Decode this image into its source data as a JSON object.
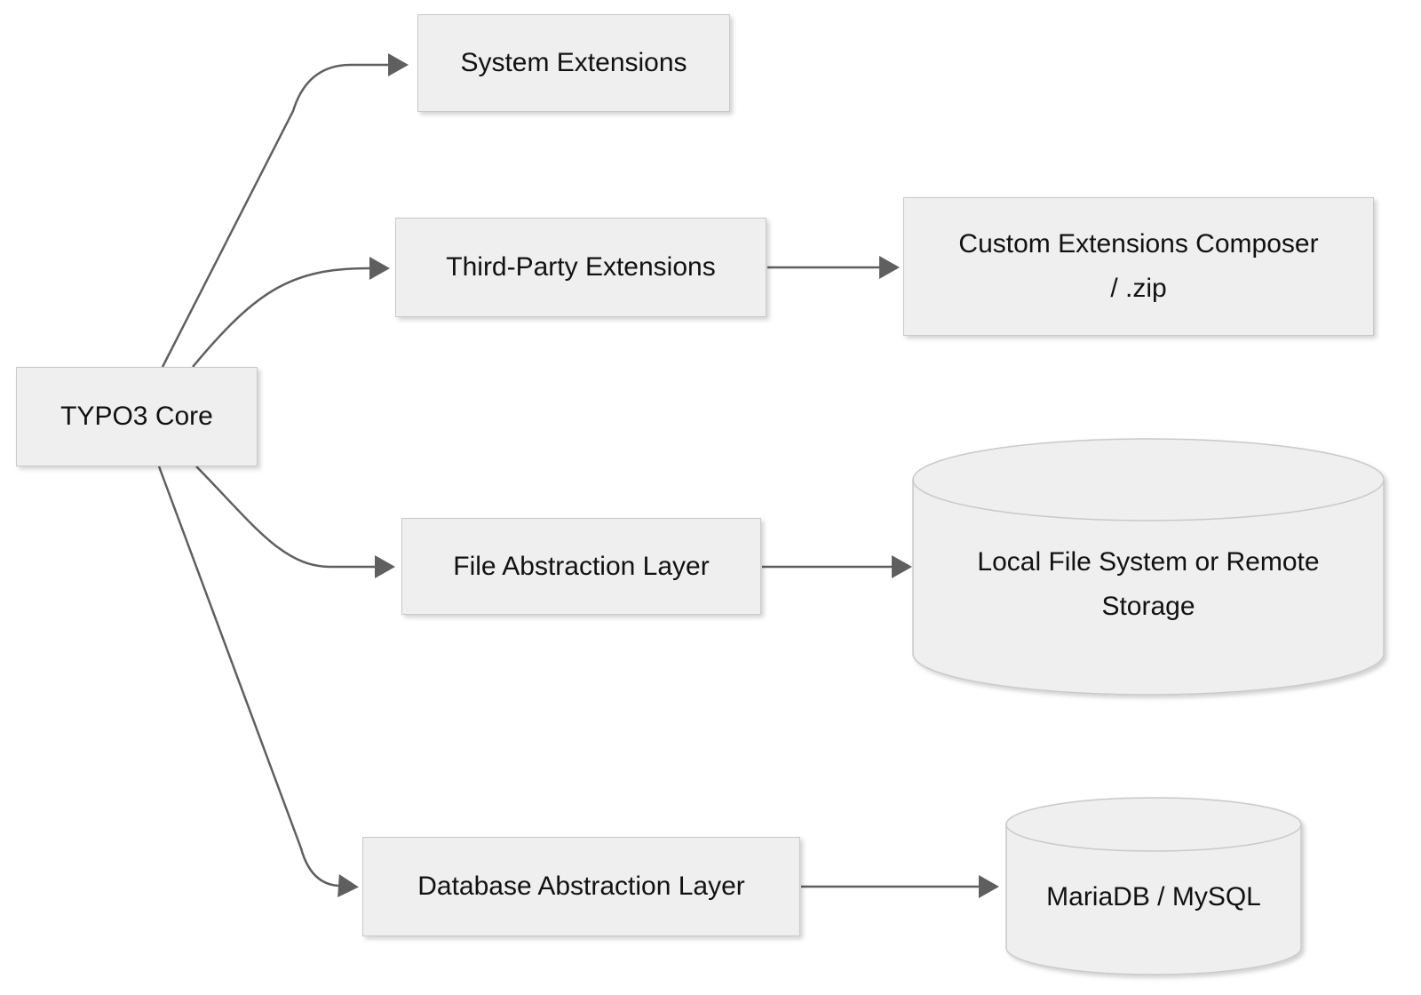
{
  "colors": {
    "background": "#ffffff",
    "node_fill": "#efefef",
    "node_border": "#c9c9c9",
    "arrow": "#5f5f5f",
    "text": "#111111"
  },
  "nodes": {
    "typo3_core": {
      "label": "TYPO3 Core",
      "shape": "rect"
    },
    "system_extensions": {
      "label": "System Extensions",
      "shape": "rect"
    },
    "third_party_extensions": {
      "label": "Third-Party Extensions",
      "shape": "rect"
    },
    "custom_extensions_composer": {
      "label": "Custom Extensions Composer / .zip",
      "lines": [
        "Custom Extensions Composer",
        "/ .zip"
      ],
      "shape": "rect"
    },
    "file_abstraction_layer": {
      "label": "File Abstraction Layer",
      "shape": "rect"
    },
    "local_file_system": {
      "label": "Local File System or Remote Storage",
      "lines": [
        "Local File System or Remote",
        "Storage"
      ],
      "shape": "cylinder"
    },
    "database_abstraction_layer": {
      "label": "Database Abstraction Layer",
      "shape": "rect"
    },
    "mariadb_mysql": {
      "label": "MariaDB / MySQL",
      "shape": "cylinder"
    }
  },
  "edges": [
    {
      "from": "typo3_core",
      "to": "system_extensions"
    },
    {
      "from": "typo3_core",
      "to": "third_party_extensions"
    },
    {
      "from": "typo3_core",
      "to": "file_abstraction_layer"
    },
    {
      "from": "typo3_core",
      "to": "database_abstraction_layer"
    },
    {
      "from": "third_party_extensions",
      "to": "custom_extensions_composer"
    },
    {
      "from": "file_abstraction_layer",
      "to": "local_file_system"
    },
    {
      "from": "database_abstraction_layer",
      "to": "mariadb_mysql"
    }
  ]
}
